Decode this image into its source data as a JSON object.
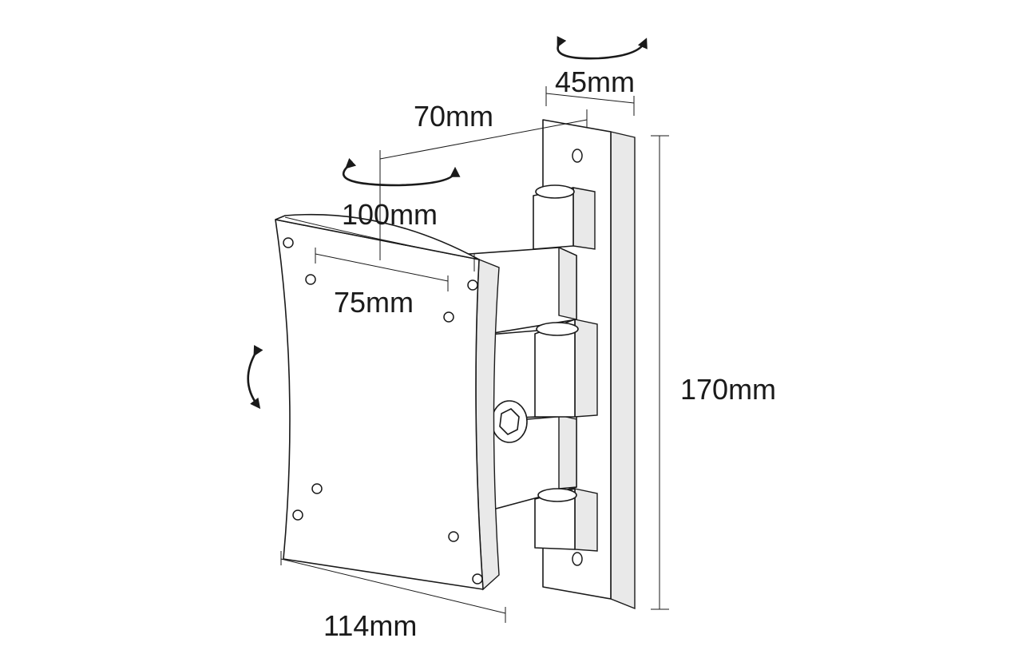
{
  "dimensions": {
    "swivel_width": "45mm",
    "arm_depth": "70mm",
    "vesa_large": "100mm",
    "vesa_small": "75mm",
    "plate_height": "170mm",
    "plate_width": "114mm"
  },
  "icons": {
    "top_rotation": "rotate-arrow-icon",
    "middle_rotation": "rotate-arrow-icon",
    "tilt_rotation": "tilt-arrow-icon"
  },
  "colors": {
    "line": "#1a1a1a",
    "background": "#ffffff"
  }
}
